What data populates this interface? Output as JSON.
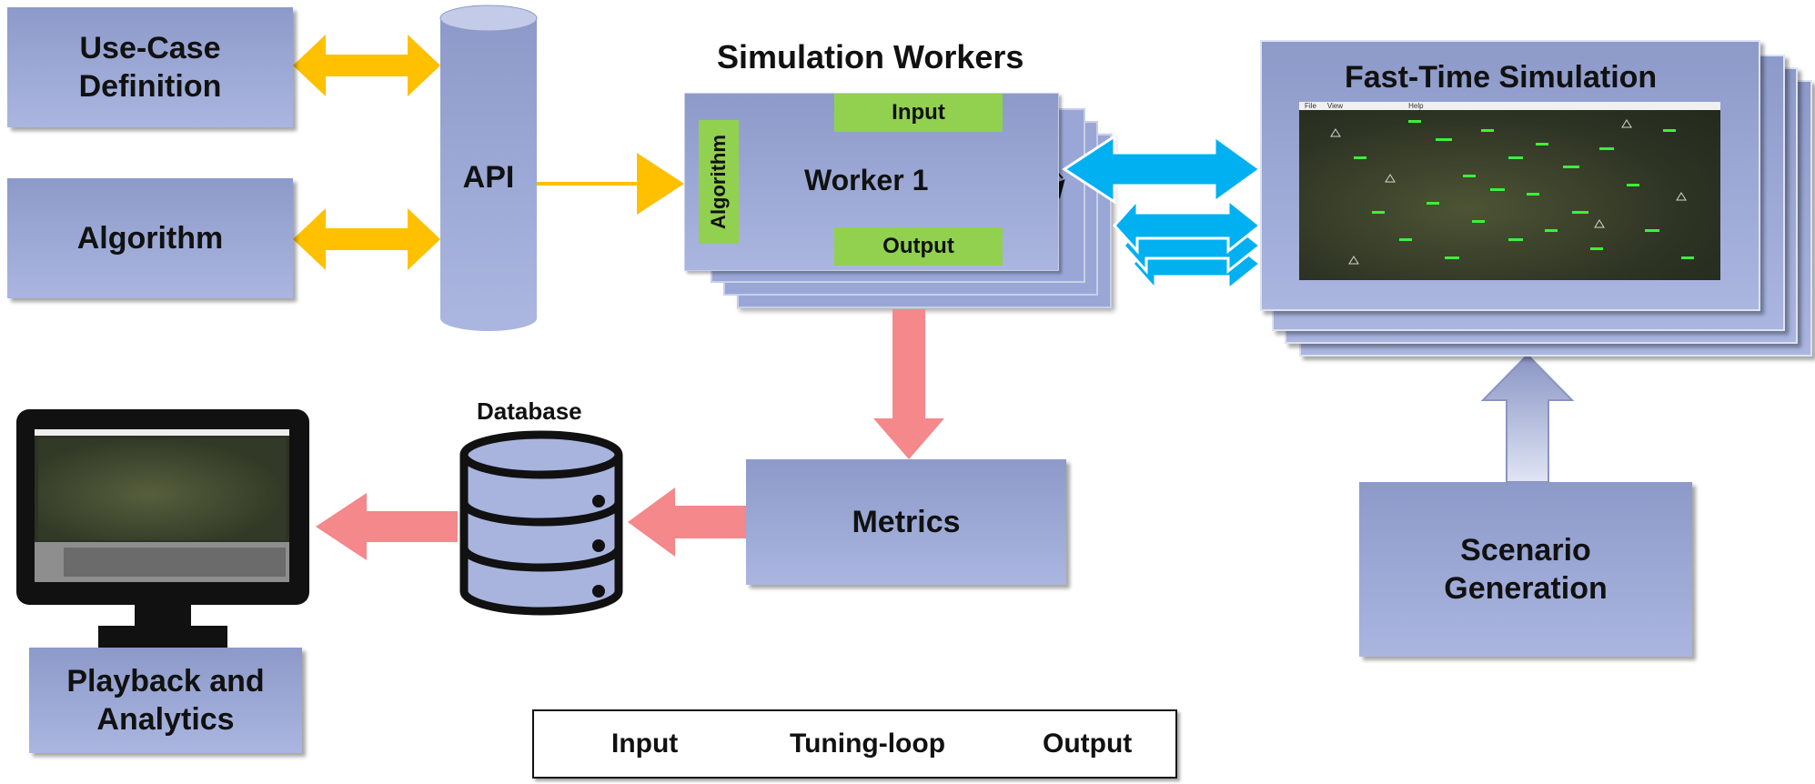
{
  "nodes": {
    "use_case": "Use-Case\nDefinition",
    "algorithm": "Algorithm",
    "api": "API",
    "simulation_workers_title": "Simulation Workers",
    "worker": "Worker 1",
    "worker_algorithm": "Algorithm",
    "worker_input": "Input",
    "worker_output": "Output",
    "fast_time_title": "Fast-Time Simulation",
    "fast_time_menu": [
      "File",
      "View",
      "Help"
    ],
    "database": "Database",
    "metrics": "Metrics",
    "scenario_generation": "Scenario\nGeneration",
    "playback_analytics": "Playback and\nAnalytics"
  },
  "legend": {
    "input": "Input",
    "tuning": "Tuning-loop",
    "output": "Output"
  },
  "colors": {
    "input_arrow": "#ffc000",
    "tuning_arrow": "#00b0f0",
    "output_arrow": "#f4888a",
    "box_fill": "#9aa7d6",
    "green": "#92d050"
  }
}
